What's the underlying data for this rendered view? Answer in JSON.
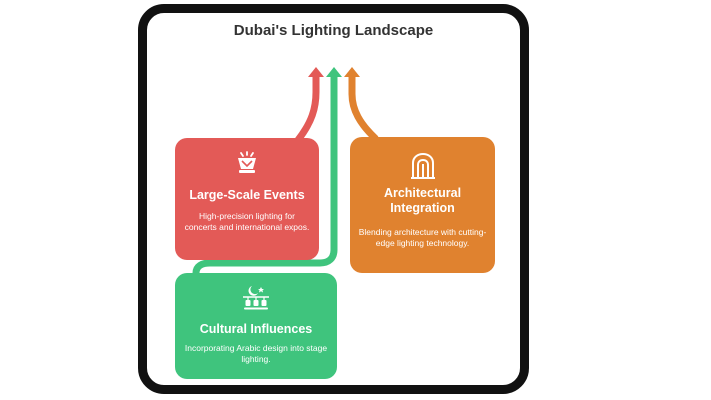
{
  "title": "Dubai's Lighting Landscape",
  "colors": {
    "events": "#e35a57",
    "architecture": "#e0822f",
    "culture": "#3fc47d",
    "frame": "#111111",
    "title_text": "#333333"
  },
  "cards": {
    "events": {
      "icon": "stage-light-icon",
      "heading": "Large-Scale Events",
      "description": "High-precision lighting for concerts and international expos."
    },
    "architecture": {
      "icon": "arch-building-icon",
      "heading": "Architectural Integration",
      "description": "Blending architecture with cutting-edge lighting technology."
    },
    "culture": {
      "icon": "crescent-lantern-icon",
      "heading": "Cultural Influences",
      "description": "Incorporating Arabic design into stage lighting."
    }
  }
}
